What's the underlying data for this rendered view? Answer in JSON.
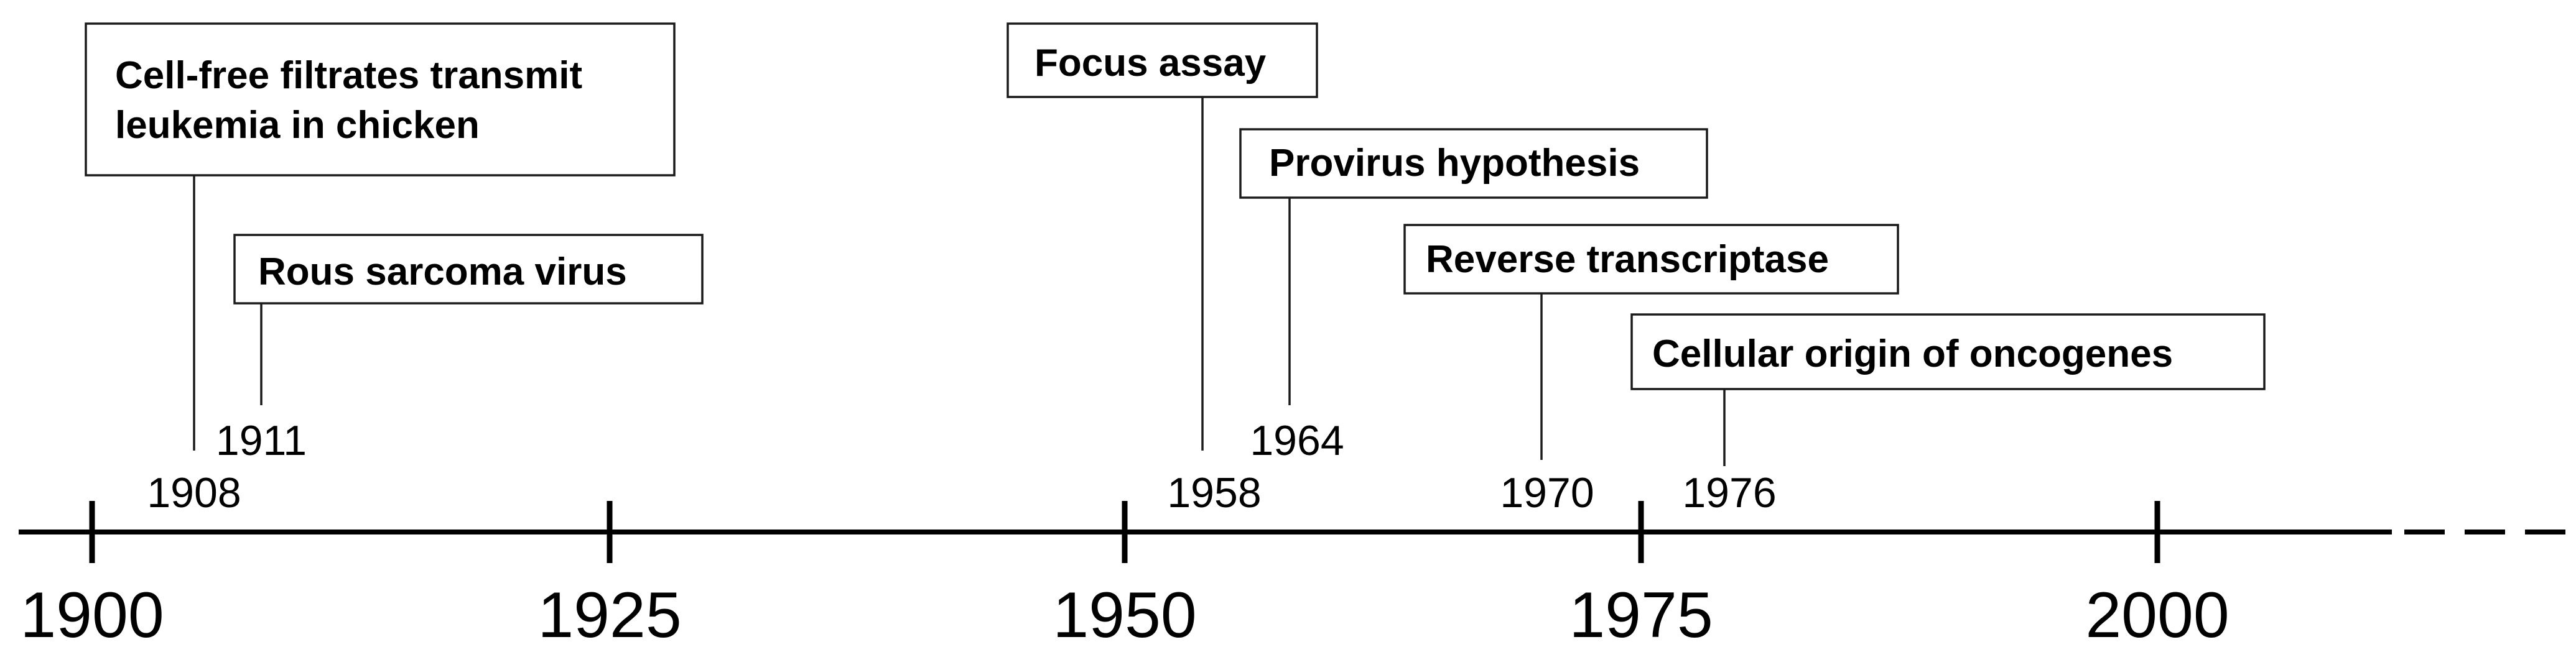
{
  "axis": {
    "ticks": [
      "1900",
      "1925",
      "1950",
      "1975",
      "2000"
    ],
    "continues": true
  },
  "events": [
    {
      "id": "cell-free-filtrates",
      "lines": [
        "Cell-free filtrates transmit",
        "leukemia in chicken"
      ],
      "year": "1908"
    },
    {
      "id": "rous-sarcoma-virus",
      "lines": [
        "Rous sarcoma virus"
      ],
      "year": "1911"
    },
    {
      "id": "focus-assay",
      "lines": [
        "Focus assay"
      ],
      "year": "1958"
    },
    {
      "id": "provirus-hypothesis",
      "lines": [
        "Provirus hypothesis"
      ],
      "year": "1964"
    },
    {
      "id": "reverse-transcriptase",
      "lines": [
        "Reverse transcriptase"
      ],
      "year": "1970"
    },
    {
      "id": "cellular-origin-oncogenes",
      "lines": [
        "Cellular origin of oncogenes"
      ],
      "year": "1976"
    }
  ],
  "colors": {
    "line": "#000000",
    "box_border": "#1a1a1a",
    "background": "#ffffff"
  }
}
